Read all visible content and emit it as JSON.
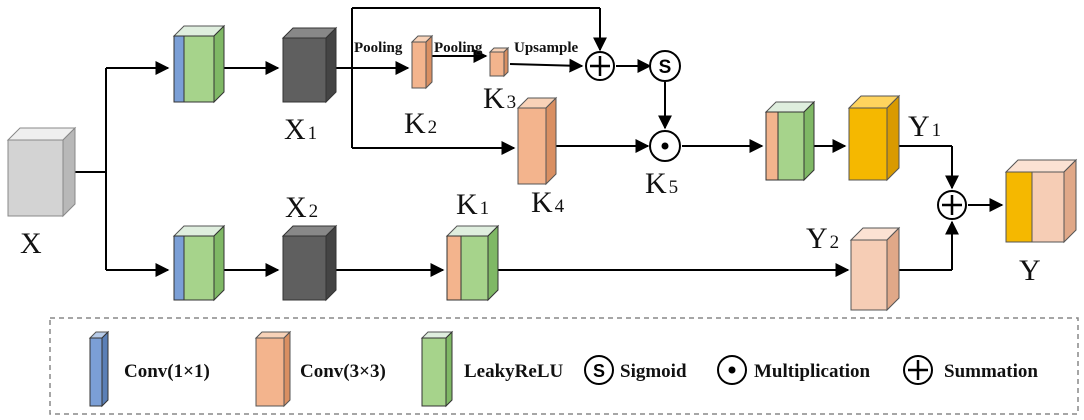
{
  "nodes": {
    "X": "X",
    "X1_main": "X",
    "X1_sub": "1",
    "X2_main": "X",
    "X2_sub": "2",
    "K1_main": "K",
    "K1_sub": "1",
    "K2_main": "K",
    "K2_sub": "2",
    "K3_main": "K",
    "K3_sub": "3",
    "K4_main": "K",
    "K4_sub": "4",
    "K5_main": "K",
    "K5_sub": "5",
    "Y1_main": "Y",
    "Y1_sub": "1",
    "Y2_main": "Y",
    "Y2_sub": "2",
    "Y": "Y"
  },
  "edge_labels": {
    "pooling_1": "Pooling",
    "pooling_2": "Pooling",
    "upsample": "Upsample"
  },
  "operators": {
    "sigmoid_symbol": "S",
    "multiplication_symbol": "⊙",
    "summation_symbol": "⊕"
  },
  "legend": {
    "conv1x1": "Conv(1×1)",
    "conv3x3": "Conv(3×3)",
    "leakyrelu": "LeakyReLU",
    "sigmoid": "Sigmoid",
    "multiplication": "Multiplication",
    "summation": "Summation"
  },
  "colors": {
    "conv1x1": "#7b9fd6",
    "conv3x3": "#f3b48d",
    "leakyrelu": "#a6d38b",
    "input_gray": "#d3d3d3",
    "feature_dark": "#5f5f5f",
    "output_gold": "#f5b800",
    "output_peach": "#f6cdb5"
  }
}
